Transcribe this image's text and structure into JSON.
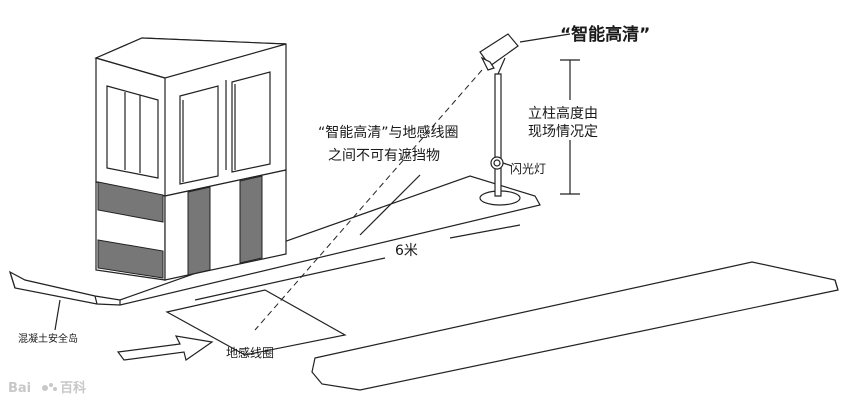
{
  "labels": {
    "camera_title": "“智能高清”",
    "obstruction_line1": "“智能高清”与地感线圈",
    "obstruction_line2": "之间不可有遮挡物",
    "pole_height_line1": "立柱高度由",
    "pole_height_line2": "现场情况定",
    "flash_lamp": "闪光灯",
    "distance": "6米",
    "concrete_island": "混凝土安全岛",
    "ground_loop": "地感线圈"
  },
  "watermark": {
    "brand": "Bai",
    "suffix": "百科"
  },
  "colors": {
    "line": "#222222",
    "band": "#777777",
    "watermark": "#c8c8c8"
  }
}
